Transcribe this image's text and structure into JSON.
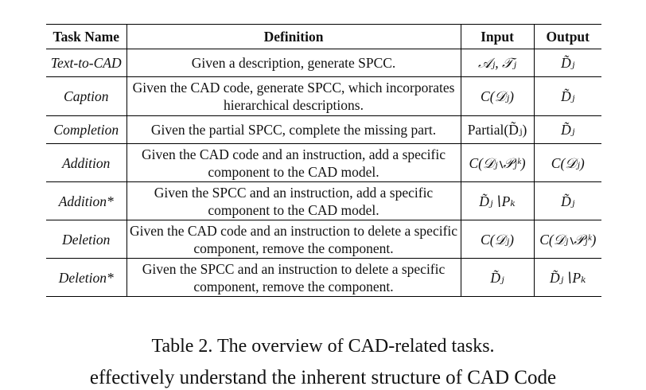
{
  "table": {
    "headers": [
      "Task Name",
      "Definition",
      "Input",
      "Output"
    ],
    "rows": [
      {
        "name": "Text-to-CAD",
        "definition": "Given a description, generate SPCC.",
        "input": "𝒜ⱼ, 𝒯ⱼ",
        "output": "D̃ⱼ"
      },
      {
        "name": "Caption",
        "definition": "Given the CAD code, generate SPCC, which incorporates hierarchical descriptions.",
        "input": "C(𝒟ⱼ)",
        "output": "D̃ⱼ"
      },
      {
        "name": "Completion",
        "definition": "Given the partial SPCC, complete the missing part.",
        "input": "Partial(D̃ⱼ)",
        "output": "D̃ⱼ"
      },
      {
        "name": "Addition",
        "definition": "Given the CAD code and an instruction, add a specific component to the CAD model.",
        "input": "C(𝒟ⱼ∖𝒫ⱼᵏ)",
        "output": "C(𝒟ⱼ)"
      },
      {
        "name": "Addition*",
        "definition": "Given the SPCC and an instruction, add a specific component to the CAD model.",
        "input": "D̃ⱼ∖Pₖ",
        "output": "D̃ⱼ"
      },
      {
        "name": "Deletion",
        "definition": "Given the CAD code and an instruction to delete a specific component, remove the component.",
        "input": "C(𝒟ⱼ)",
        "output": "C(𝒟ⱼ∖𝒫ⱼᵏ)"
      },
      {
        "name": "Deletion*",
        "definition": "Given the SPCC and an instruction to delete a specific component, remove the component.",
        "input": "D̃ⱼ",
        "output": "D̃ⱼ∖Pₖ"
      }
    ]
  },
  "caption": "Table 2. The overview of CAD-related tasks.",
  "partial_line": "effectively understand the inherent structure of CAD Code"
}
